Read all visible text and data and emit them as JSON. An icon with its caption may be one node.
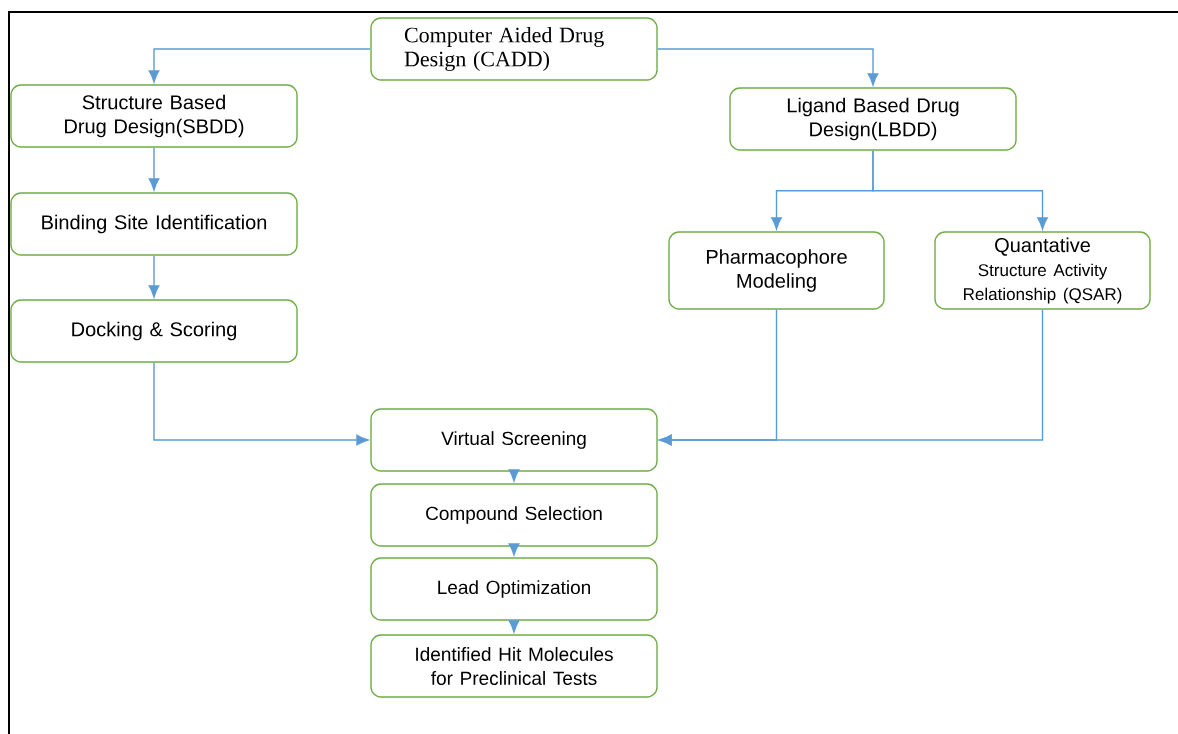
{
  "diagram": {
    "nodes": [
      {
        "text": [
          "Computer Aided Drug Design (CADD)"
        ]
      },
      {
        "text": [
          "Structure Based Drug Design(SBDD)"
        ]
      },
      {
        "text": [
          "Binding Site Identification"
        ]
      },
      {
        "text": [
          "Docking & Scoring"
        ]
      },
      {
        "text": [
          "Ligand Based Drug Design(LBDD)"
        ]
      },
      {
        "text": [
          "Pharmacophore Modeling"
        ]
      },
      {
        "text": [
          "Quantative",
          "Structure Activity Relationship (QSAR)"
        ]
      },
      {
        "text": [
          "Virtual Screening"
        ]
      },
      {
        "text": [
          "Compound Selection"
        ]
      },
      {
        "text": [
          "Lead Optimization"
        ]
      },
      {
        "text": [
          "Identified Hit Molecules for Preclinical Tests"
        ]
      }
    ],
    "edges": [
      {
        "from": 0,
        "to": 1,
        "arrow": "to"
      },
      {
        "from": 0,
        "to": 4,
        "arrow": "to"
      },
      {
        "from": 1,
        "to": 2,
        "arrow": "to"
      },
      {
        "from": 2,
        "to": 3,
        "arrow": "to"
      },
      {
        "from": 4,
        "to": 5,
        "arrow": "to"
      },
      {
        "from": 4,
        "to": 6,
        "arrow": "to"
      },
      {
        "from": 3,
        "to": 7,
        "arrow": "to"
      },
      {
        "from": 5,
        "to": 7,
        "arrow": "to"
      },
      {
        "from": 6,
        "to": 7,
        "arrow": "to"
      },
      {
        "from": 7,
        "to": 8,
        "arrow": "to"
      },
      {
        "from": 8,
        "to": 9,
        "arrow": "to"
      },
      {
        "from": 9,
        "to": 10,
        "arrow": "to"
      }
    ]
  }
}
